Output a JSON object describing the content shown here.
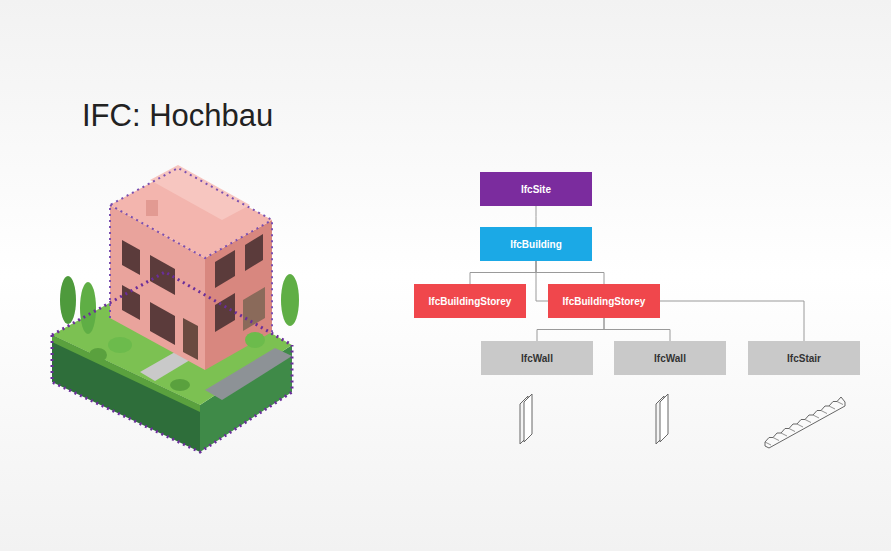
{
  "diagram": {
    "title": "IFC: Hochbau",
    "nodes": [
      {
        "text": [
          "IfcSite"
        ]
      },
      {
        "text": [
          "IfcBuilding"
        ]
      },
      {
        "text": [
          "IfcBuildingStorey"
        ]
      },
      {
        "text": [
          "IfcBuildingStorey"
        ]
      },
      {
        "text": [
          "IfcWall"
        ]
      },
      {
        "text": [
          "IfcWall"
        ]
      },
      {
        "text": [
          "IfcStair"
        ]
      }
    ],
    "edges": [
      {
        "from": 0,
        "to": 1,
        "arrow": "none"
      },
      {
        "from": 1,
        "to": 2,
        "arrow": "none"
      },
      {
        "from": 1,
        "to": 3,
        "arrow": "none"
      },
      {
        "from": 1,
        "to": 6,
        "arrow": "none"
      },
      {
        "from": 3,
        "to": 4,
        "arrow": "none"
      },
      {
        "from": 3,
        "to": 5,
        "arrow": "none"
      }
    ]
  }
}
